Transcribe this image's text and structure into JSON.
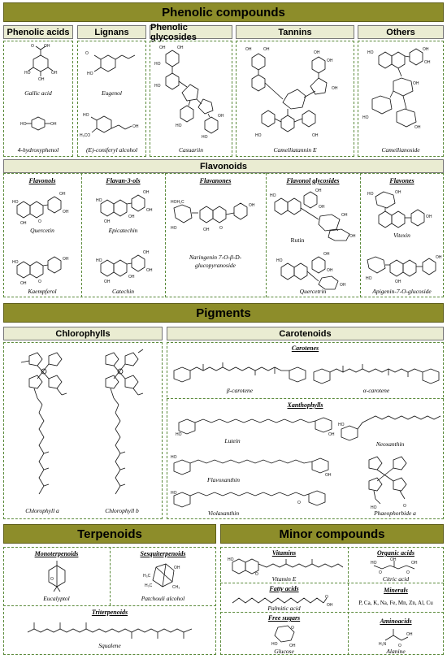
{
  "phenolic": {
    "title": "Phenolic compounds",
    "categories": [
      "Phenolic acids",
      "Lignans",
      "Phenolic glycosides",
      "Tannins",
      "Others"
    ],
    "compounds": {
      "gallic_acid": "Gallic acid",
      "hydroxyphenol": "4-hydroxyphenol",
      "eugenol": "Eugenol",
      "coniferyl": "(E)-coniferyl alcohol",
      "casuariin": "Casuariin",
      "camelliatannin": "Camelliatannin E",
      "camellianoside": "Camellianoside"
    },
    "atoms": {
      "h3co": "H₃CO"
    }
  },
  "flavonoids": {
    "title": "Flavonoids",
    "headings": [
      "Flavonols",
      "Flavan-3-ols",
      "Flavanones",
      "Flavonol glycosides",
      "Flavones"
    ],
    "compounds": {
      "quercetin": "Quercetin",
      "kaempferol": "Kaempferol",
      "epicatechin": "Epicatechin",
      "catechin": "Catechin",
      "naringenin_1": "Naringenin 7-O-β-D-",
      "naringenin_2": "glucopyranoside",
      "rutin": "Rutin",
      "quercetrin": "Quercetrin",
      "vitexin": "Vitexin",
      "apigenin": "Apigenin-7-O-glucoside"
    }
  },
  "pigments": {
    "title": "Pigments",
    "chlorophylls": {
      "title": "Chlorophylls",
      "a": "Chlorophyll a",
      "b": "Chlorophyll b"
    },
    "carotenoids": {
      "title": "Carotenoids",
      "carotenes_heading": "Carotenes",
      "beta": "β-carotene",
      "alpha": "α-carotene",
      "xanthophylls_heading": "Xanthophylls",
      "lutein": "Lutein",
      "neoxanthin": "Neoxanthin",
      "flavoxanthin": "Flavoxanthin",
      "violaxanthin": "Violaxanthin",
      "phaeophorbide": "Phaeophorbide a"
    }
  },
  "terpenoids": {
    "title": "Terpenoids",
    "monoterpenoids": "Monoterpenoids",
    "sesquiterpenoids": "Sesquiterpenoids",
    "triterpenoids": "Triterpenoids",
    "eucalyptol": "Eucalyptol",
    "patchouli": "Patchouli alcohol",
    "squalene": "Squalene"
  },
  "minor": {
    "title": "Minor compounds",
    "vitamins": "Vitamins",
    "vitamin_e": "Vitamin E",
    "organic_acids": "Organic acids",
    "citric": "Citric acid",
    "fatty_acids": "Fatty acids",
    "palmitic": "Palmitic acid",
    "minerals": "Minerals",
    "minerals_list": "P, Ca, K, Na, Fe, Mn, Zn, Al, Cu",
    "free_sugars": "Free sugars",
    "glucose": "Glucose",
    "aminoacids": "Aminoacids",
    "alanine": "Alanine"
  }
}
